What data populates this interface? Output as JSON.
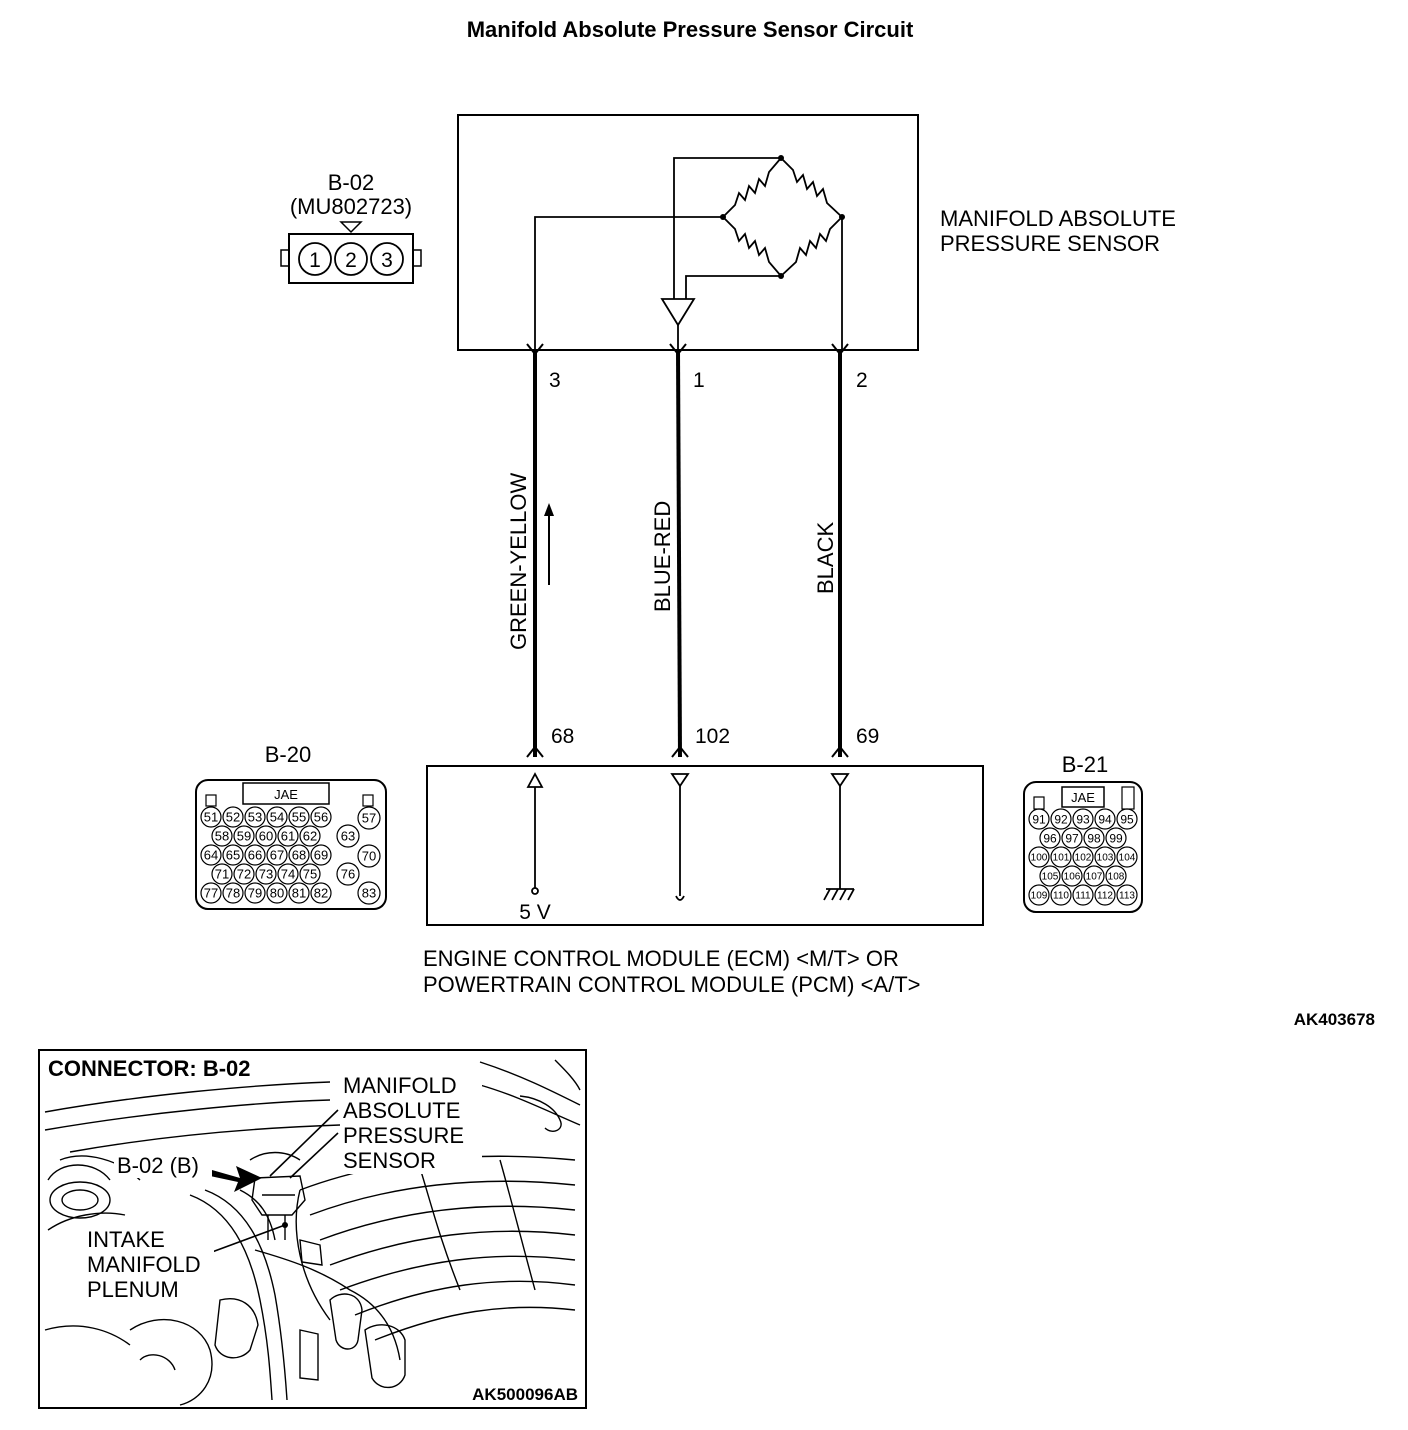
{
  "title": "Manifold Absolute Pressure Sensor Circuit",
  "sensor": {
    "label_line1": "MANIFOLD ABSOLUTE",
    "label_line2": "PRESSURE SENSOR",
    "connector_id": "B-02",
    "connector_part": "(MU802723)",
    "connector_pins": [
      "1",
      "2",
      "3"
    ]
  },
  "wires": [
    {
      "sensor_pin": "3",
      "module_pin": "68",
      "color": "GREEN-YELLOW",
      "module_symbol": "5 V"
    },
    {
      "sensor_pin": "1",
      "module_pin": "102",
      "color": "BLUE-RED"
    },
    {
      "sensor_pin": "2",
      "module_pin": "69",
      "color": "BLACK"
    }
  ],
  "module": {
    "label_line1": "ENGINE CONTROL MODULE (ECM) <M/T> OR",
    "label_line2": "POWERTRAIN CONTROL MODULE (PCM) <A/T>"
  },
  "connector_b20": {
    "id": "B-20",
    "brand": "JAE",
    "rows": [
      [
        "51",
        "52",
        "53",
        "54",
        "55",
        "56"
      ],
      [
        "58",
        "59",
        "60",
        "61",
        "62"
      ],
      [
        "64",
        "65",
        "66",
        "67",
        "68",
        "69"
      ],
      [
        "71",
        "72",
        "73",
        "74",
        "75"
      ],
      [
        "77",
        "78",
        "79",
        "80",
        "81",
        "82"
      ]
    ],
    "side_pins": [
      "57",
      "63",
      "70",
      "76",
      "83"
    ]
  },
  "connector_b21": {
    "id": "B-21",
    "brand": "JAE",
    "rows": [
      [
        "91",
        "92",
        "93",
        "94",
        "95"
      ],
      [
        "96",
        "97",
        "98",
        "99"
      ],
      [
        "100",
        "101",
        "102",
        "103",
        "104"
      ],
      [
        "105",
        "106",
        "107",
        "108"
      ],
      [
        "109",
        "110",
        "111",
        "112",
        "113"
      ]
    ]
  },
  "figure_code": "AK403678",
  "inset": {
    "title": "CONNECTOR: B-02",
    "sensor_label": [
      "MANIFOLD",
      "ABSOLUTE",
      "PRESSURE",
      "SENSOR"
    ],
    "connector_callout": "B-02 (B)",
    "plenum_label": [
      "INTAKE",
      "MANIFOLD",
      "PLENUM"
    ],
    "figure_code": "AK500096AB"
  }
}
